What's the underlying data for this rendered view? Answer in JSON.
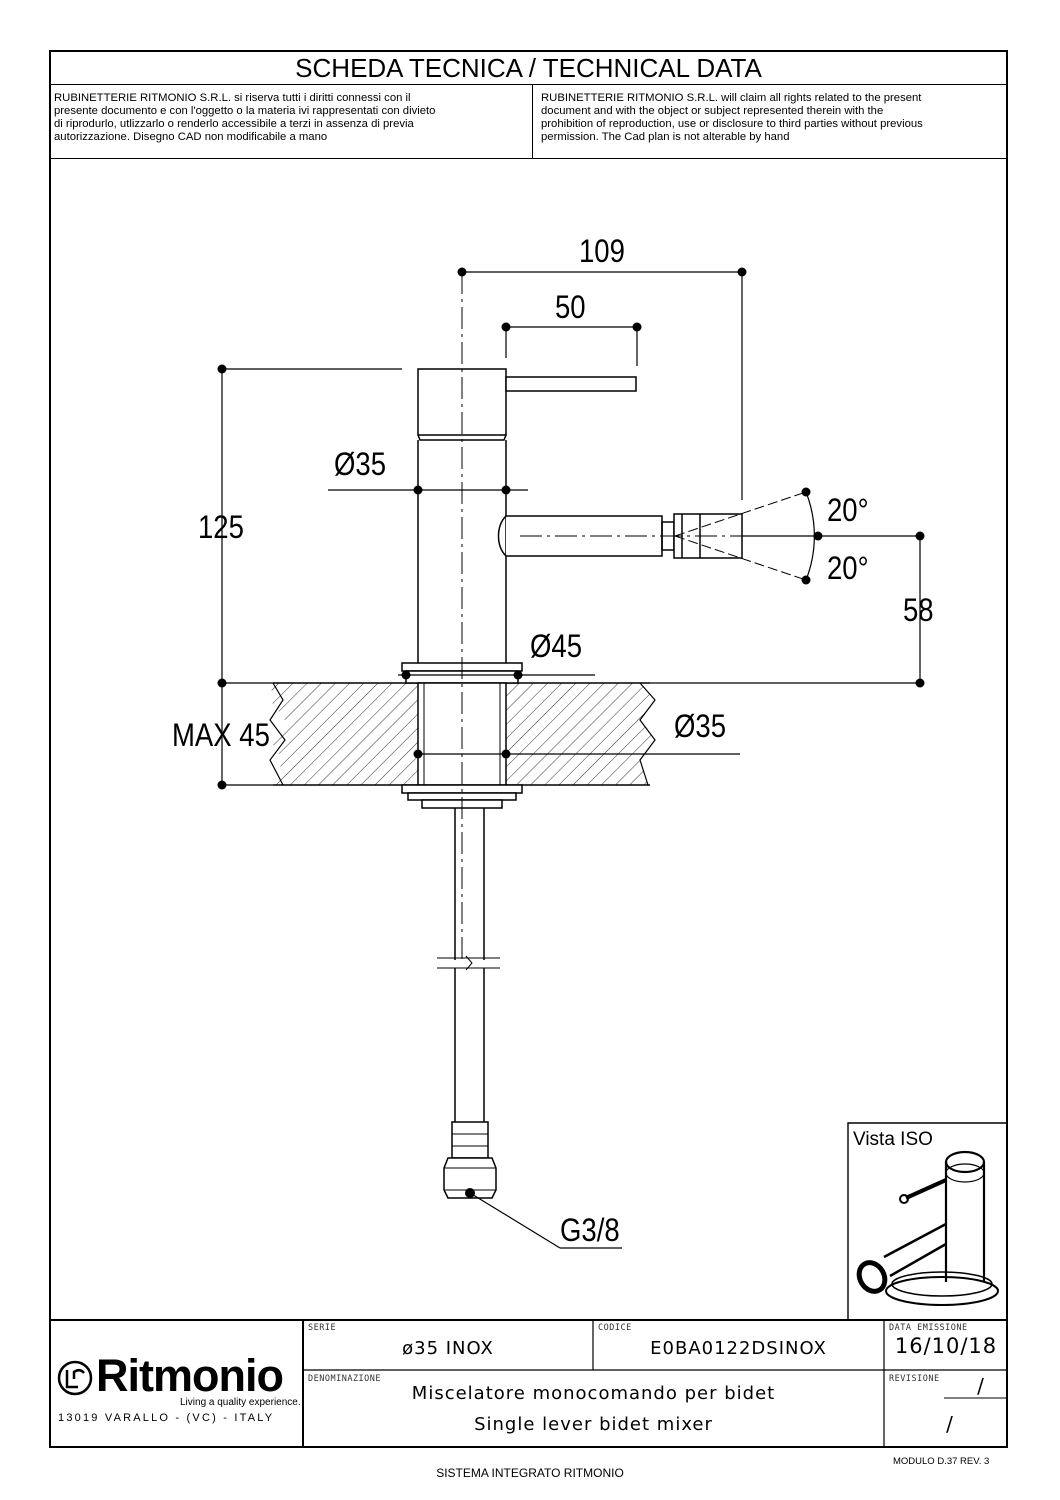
{
  "header": {
    "title": "SCHEDA TECNICA / TECHNICAL DATA",
    "notice_it": "RUBINETTERIE RITMONIO S.R.L. si riserva tutti i diritti connessi con il\npresente documento e con l'oggetto o la materia ivi rappresentati con divieto\ndi riprodurlo, utlizzarlo o renderlo accessibile a terzi in assenza di previa\nautorizzazione. Disegno CAD non modificabile a mano",
    "notice_en": "RUBINETTERIE RITMONIO S.R.L. will claim all rights related to the present\ndocument and with the object or subject represented therein with the\nprohibition  of reproduction, use or disclosure to third parties without previous\npermission.  The Cad plan is not alterable by hand"
  },
  "dimensions": {
    "d109": "109",
    "d50": "50",
    "d125": "125",
    "dia35_top": "Ø35",
    "angle_up": "20°",
    "angle_down": "20°",
    "d58": "58",
    "dia45": "Ø45",
    "max45": "MAX 45",
    "dia35_bottom": "Ø35",
    "thread": "G3/8"
  },
  "iso_view": {
    "label": "Vista ISO"
  },
  "title_block": {
    "serie_label": "SERIE",
    "serie_value": "ø35 INOX",
    "codice_label": "CODICE",
    "codice_value": "E0BA0122DSINOX",
    "data_label": "DATA EMISSIONE",
    "data_value": "16/10/18",
    "denominazione_label": "DENOMINAZIONE",
    "denominazione_it": "Miscelatore monocomando per bidet",
    "denominazione_en": "Single lever bidet mixer",
    "revisione_label": "REVISIONE",
    "revisione_value_1": "/",
    "revisione_value_2": "/"
  },
  "company": {
    "logo_text": "Ritmonio",
    "tagline": "Living a quality experience.",
    "address": "13019 VARALLO - (VC) - ITALY"
  },
  "footer": {
    "system": "SISTEMA INTEGRATO RITMONIO",
    "module": "MODULO D.37 REV. 3"
  }
}
